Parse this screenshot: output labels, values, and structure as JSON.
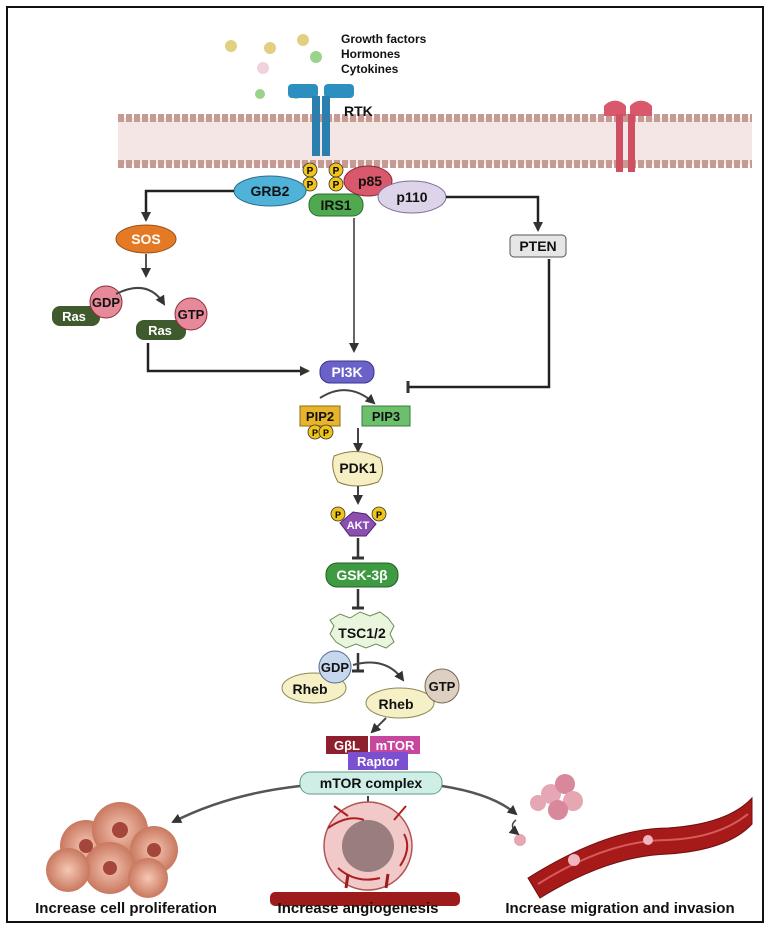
{
  "ligands": [
    "Growth factors",
    "Hormones",
    "Cytokines"
  ],
  "receptor": "RTK",
  "adaptors": {
    "grb2": "GRB2",
    "irs1": "IRS1",
    "p85": "p85",
    "p110": "p110",
    "phospho": "P"
  },
  "left_branch": {
    "sos": "SOS",
    "ras": "Ras",
    "gdp": "GDP",
    "gtp": "GTP"
  },
  "right_branch": {
    "pten": "PTEN"
  },
  "core": {
    "pi3k": "PI3K",
    "pip2": "PIP2",
    "pip3": "PIP3",
    "pdk1": "PDK1",
    "akt": "AKT",
    "gsk3b": "GSK-3β",
    "tsc": "TSC1/2",
    "rheb": "Rheb",
    "gdp": "GDP",
    "gtp": "GTP",
    "gbl": "GβL",
    "mtor": "mTOR",
    "raptor": "Raptor",
    "mtor_complex": "mTOR complex"
  },
  "outcomes": [
    "Increase cell proliferation",
    "Increase angiogenesis",
    "Increase migration and invasion"
  ],
  "colors": {
    "membrane": "#c79a94",
    "rtk": "#2d8fbf",
    "grb2": "#4fb3d9",
    "irs1": "#4ea94f",
    "p85": "#d9586b",
    "p110": "#d9cfe6",
    "sos": "#e47a26",
    "ras": "#3f5a2c",
    "pi3k": "#6a62c9",
    "pip2": "#e8b52a",
    "pip3": "#6cbf6c",
    "akt": "#8a4fb0",
    "gsk3b": "#3f9b42",
    "mtor_complex": "#cfeee6",
    "vessel": "#9e1b1b"
  }
}
